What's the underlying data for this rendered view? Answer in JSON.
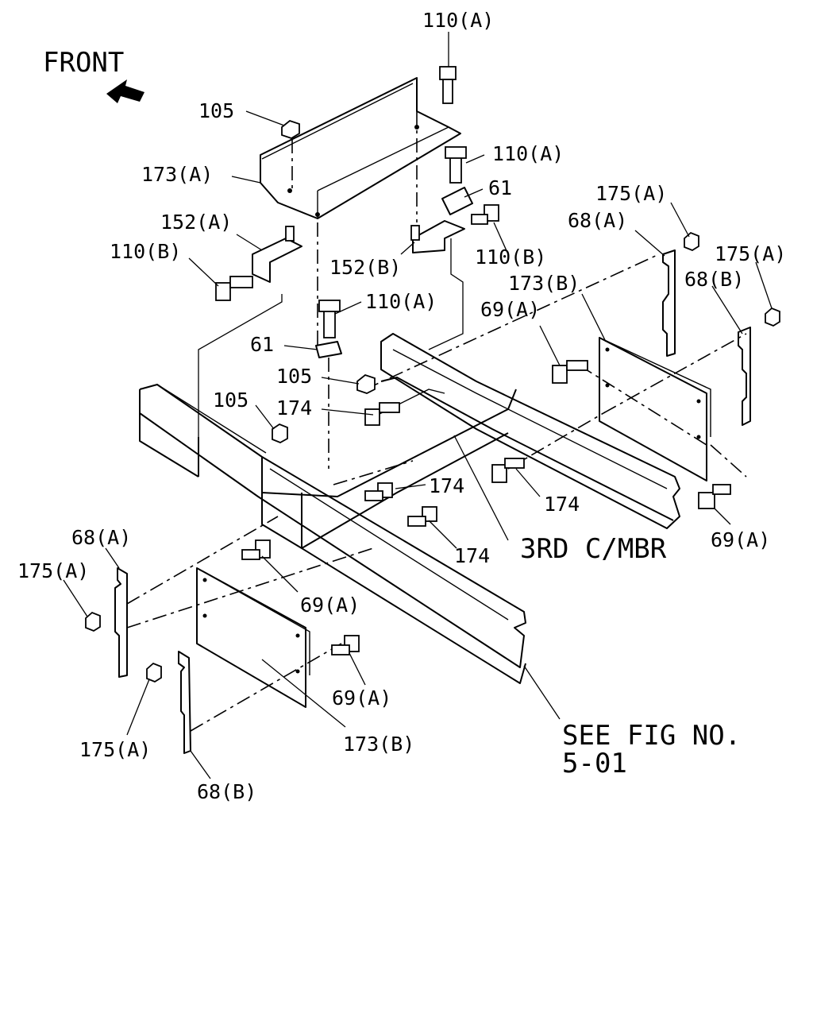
{
  "diagram": {
    "front_label": "FRONT",
    "labels": {
      "l_110a_top": "110(A)",
      "l_105_top": "105",
      "l_173a": "173(A)",
      "l_110a_mid": "110(A)",
      "l_61_top": "61",
      "l_152a": "152(A)",
      "l_110b_left": "110(B)",
      "l_152b": "152(B)",
      "l_110b_right": "110(B)",
      "l_110a_low": "110(A)",
      "l_61_low": "61",
      "l_105_mid": "105",
      "l_105_left": "105",
      "l_174_a": "174",
      "l_175a_tr": "175(A)",
      "l_68a_tr": "68(A)",
      "l_175a_r": "175(A)",
      "l_68b_r": "68(B)",
      "l_173b_r": "173(B)",
      "l_69a_r": "69(A)",
      "l_174_b": "174",
      "l_174_c": "174",
      "l_174_d": "174",
      "l_69a_rr": "69(A)",
      "l_3rd": "3RD C/MBR",
      "l_68a_l": "68(A)",
      "l_175a_l": "175(A)",
      "l_69a_l": "69(A)",
      "l_69a_l2": "69(A)",
      "l_175a_bl": "175(A)",
      "l_173b_l": "173(B)",
      "l_68b_l": "68(B)",
      "l_see1": "SEE FIG NO.",
      "l_see2": "5-01"
    }
  }
}
